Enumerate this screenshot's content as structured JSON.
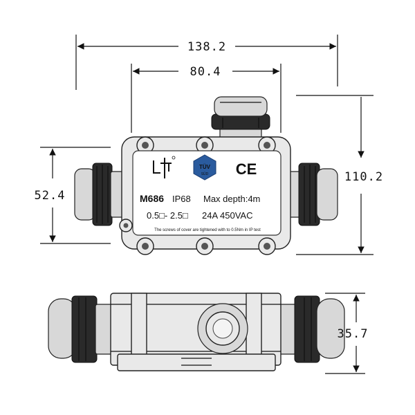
{
  "dimensions": {
    "overall_width": "138.2",
    "body_width": "80.4",
    "body_height": "52.4",
    "overall_height": "110.2",
    "side_thickness": "35.7"
  },
  "label": {
    "model": "M686",
    "rating": "IP68",
    "depth": "Max depth:4m",
    "wire_range": "0.5□- 2.5□",
    "electrical": "24A 450VAC",
    "note": "The screws of cover are tightened with to 0.5Nm in IP test",
    "cert_top": "TÜV",
    "cert_bottom": "SÜD",
    "ce_mark": "CE"
  },
  "colors": {
    "cert_blue": "#2a5b9e",
    "outline": "#222222",
    "housing": "#e9e9e9"
  }
}
